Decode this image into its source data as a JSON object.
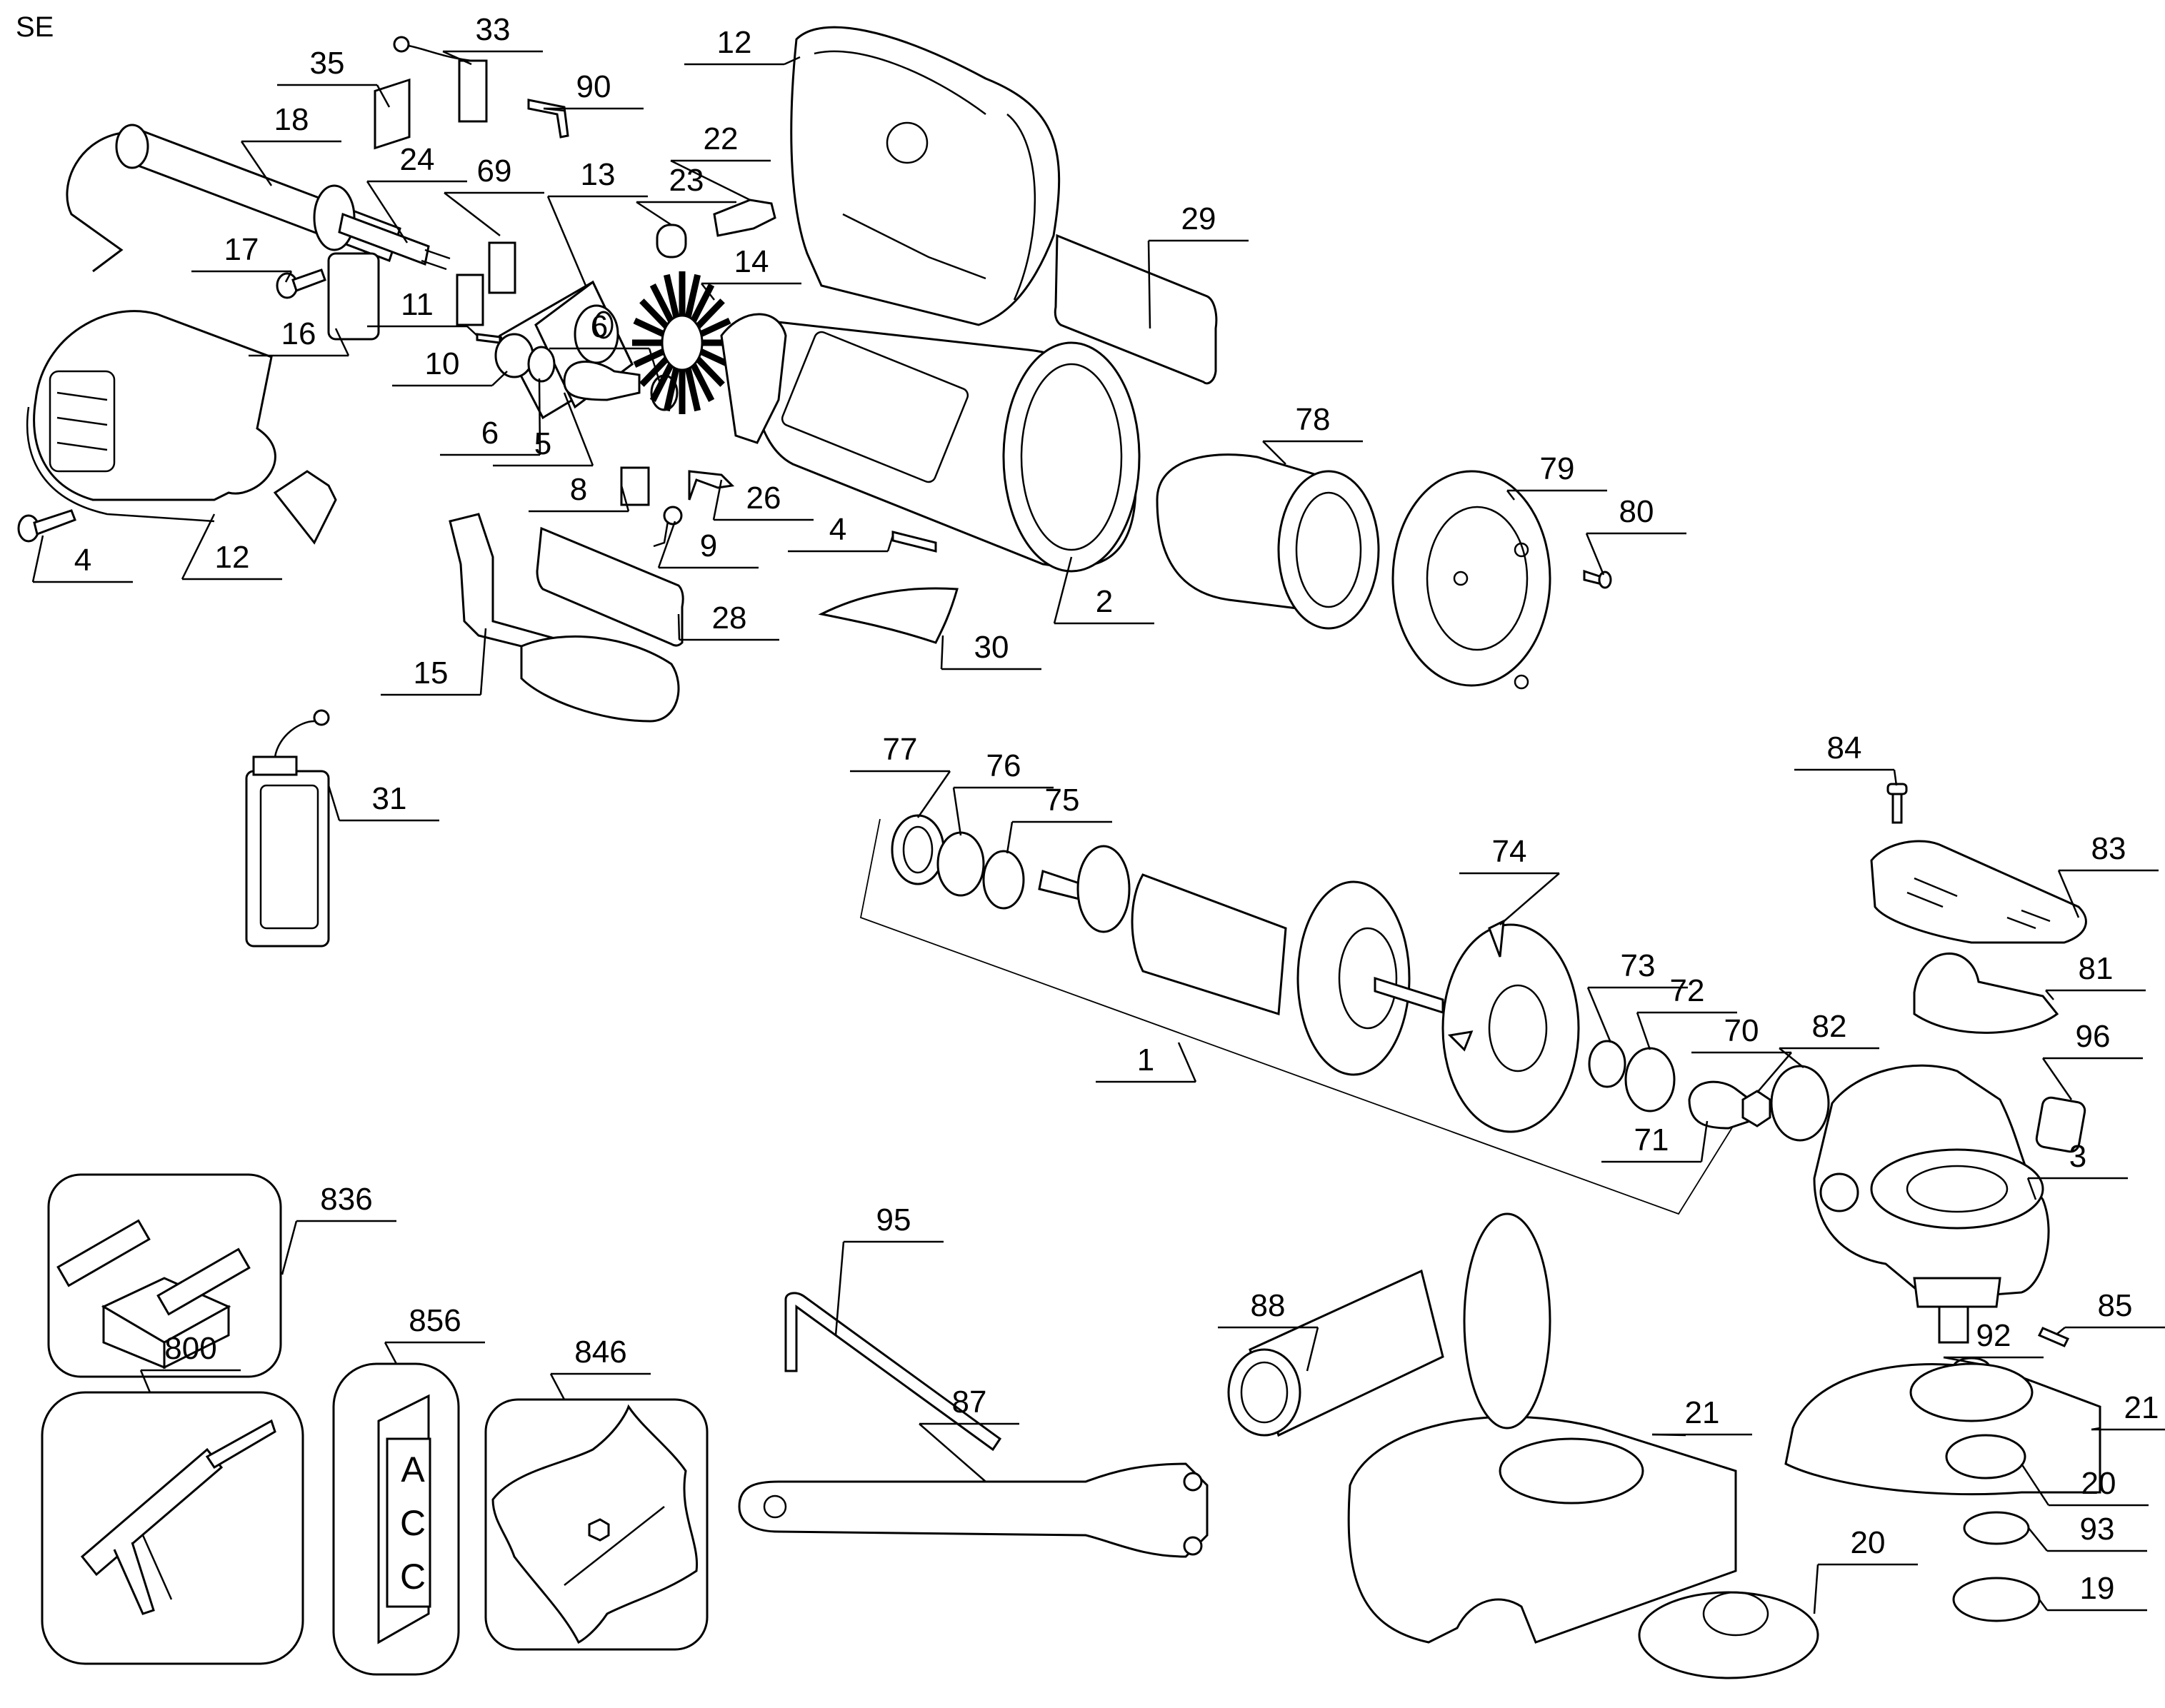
{
  "diagram": {
    "type": "exploded-parts-diagram",
    "view_code": "SE",
    "parts": [
      {
        "id": "p33",
        "number": "33",
        "name": "brush-holder-lead"
      },
      {
        "id": "p35",
        "number": "35",
        "name": "pad"
      },
      {
        "id": "p90",
        "number": "90",
        "name": "clip"
      },
      {
        "id": "p12a",
        "number": "12",
        "name": "handle-housing-half"
      },
      {
        "id": "p22",
        "number": "22",
        "name": "switch-plunger"
      },
      {
        "id": "p23",
        "number": "23",
        "name": "spring"
      },
      {
        "id": "p18",
        "number": "18",
        "name": "power-cord"
      },
      {
        "id": "p24",
        "number": "24",
        "name": "cord-protector"
      },
      {
        "id": "p69",
        "number": "69",
        "name": "terminal"
      },
      {
        "id": "p13",
        "number": "13",
        "name": "switch"
      },
      {
        "id": "p29",
        "number": "29",
        "name": "label"
      },
      {
        "id": "p17",
        "number": "17",
        "name": "screw"
      },
      {
        "id": "p14",
        "number": "14",
        "name": "fan"
      },
      {
        "id": "p16",
        "number": "16",
        "name": "cord-clamp"
      },
      {
        "id": "p11",
        "number": "11",
        "name": "screw"
      },
      {
        "id": "p10",
        "number": "10",
        "name": "cap"
      },
      {
        "id": "p6a",
        "number": "6",
        "name": "bearing"
      },
      {
        "id": "p5",
        "number": "5",
        "name": "brush-holder"
      },
      {
        "id": "p6b",
        "number": "6",
        "name": "bearing"
      },
      {
        "id": "p8",
        "number": "8",
        "name": "brush"
      },
      {
        "id": "p26",
        "number": "26",
        "name": "brush-spring-clip"
      },
      {
        "id": "p78",
        "number": "78",
        "name": "field"
      },
      {
        "id": "p79",
        "number": "79",
        "name": "baffle"
      },
      {
        "id": "p80",
        "number": "80",
        "name": "screw"
      },
      {
        "id": "p4a",
        "number": "4",
        "name": "screw"
      },
      {
        "id": "p12b",
        "number": "12",
        "name": "handle-housing-half"
      },
      {
        "id": "p4b",
        "number": "4",
        "name": "screw"
      },
      {
        "id": "p9",
        "number": "9",
        "name": "spring"
      },
      {
        "id": "p28",
        "number": "28",
        "name": "label"
      },
      {
        "id": "p2",
        "number": "2",
        "name": "motor-housing"
      },
      {
        "id": "p30",
        "number": "30",
        "name": "label"
      },
      {
        "id": "p15",
        "number": "15",
        "name": "switch-lever"
      },
      {
        "id": "p31",
        "number": "31",
        "name": "electronic-module"
      },
      {
        "id": "p77",
        "number": "77",
        "name": "bearing"
      },
      {
        "id": "p76",
        "number": "76",
        "name": "washer"
      },
      {
        "id": "p75",
        "number": "75",
        "name": "washer"
      },
      {
        "id": "p84",
        "number": "84",
        "name": "screw"
      },
      {
        "id": "p83",
        "number": "83",
        "name": "gear-case-cover"
      },
      {
        "id": "p74",
        "number": "74",
        "name": "baffle-plate"
      },
      {
        "id": "p73",
        "number": "73",
        "name": "washer"
      },
      {
        "id": "p72",
        "number": "72",
        "name": "bearing"
      },
      {
        "id": "p81",
        "number": "81",
        "name": "gasket"
      },
      {
        "id": "p82",
        "number": "82",
        "name": "o-ring"
      },
      {
        "id": "p70",
        "number": "70",
        "name": "nut"
      },
      {
        "id": "p96",
        "number": "96",
        "name": "spindle-lock-button"
      },
      {
        "id": "p1",
        "number": "1",
        "name": "armature-assembly"
      },
      {
        "id": "p71",
        "number": "71",
        "name": "pinion"
      },
      {
        "id": "p3",
        "number": "3",
        "name": "gear-case"
      },
      {
        "id": "p836",
        "number": "836",
        "name": "tool-box"
      },
      {
        "id": "p95",
        "number": "95",
        "name": "hex-key"
      },
      {
        "id": "p88",
        "number": "88",
        "name": "side-handle"
      },
      {
        "id": "p85",
        "number": "85",
        "name": "screw"
      },
      {
        "id": "p92",
        "number": "92",
        "name": "o-ring"
      },
      {
        "id": "p856",
        "number": "856",
        "name": "accessory-tag"
      },
      {
        "id": "p800",
        "number": "800",
        "name": "grease-gun"
      },
      {
        "id": "p846",
        "number": "846",
        "name": "hardware-bag"
      },
      {
        "id": "p87",
        "number": "87",
        "name": "spanner-wrench"
      },
      {
        "id": "p21a",
        "number": "21",
        "name": "guard"
      },
      {
        "id": "p21b",
        "number": "21",
        "name": "guard"
      },
      {
        "id": "p20a",
        "number": "20",
        "name": "flange"
      },
      {
        "id": "p93",
        "number": "93",
        "name": "o-ring"
      },
      {
        "id": "p20b",
        "number": "20",
        "name": "flange"
      },
      {
        "id": "p19",
        "number": "19",
        "name": "clamp-nut"
      }
    ],
    "tag_letters": [
      "A",
      "C",
      "C"
    ]
  }
}
